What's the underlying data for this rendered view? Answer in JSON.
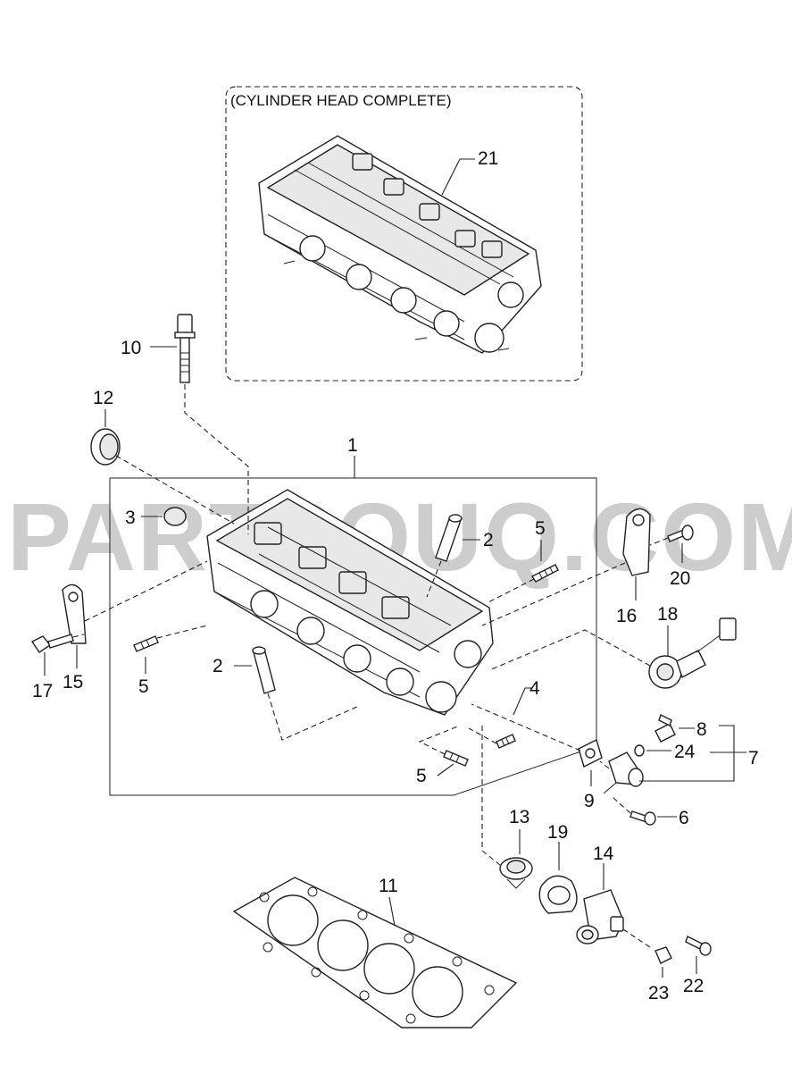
{
  "group_title": "(CYLINDER HEAD COMPLETE)",
  "watermark": "PARTSOUQ.COM",
  "callouts": {
    "c1": "1",
    "c2a": "2",
    "c2b": "2",
    "c3": "3",
    "c4": "4",
    "c5a": "5",
    "c5b": "5",
    "c5c": "5",
    "c6": "6",
    "c7": "7",
    "c8": "8",
    "c9": "9",
    "c10": "10",
    "c11": "11",
    "c12": "12",
    "c13": "13",
    "c14": "14",
    "c15": "15",
    "c16": "16",
    "c17": "17",
    "c18": "18",
    "c19": "19",
    "c20": "20",
    "c21": "21",
    "c22": "22",
    "c23": "23",
    "c24": "24"
  }
}
